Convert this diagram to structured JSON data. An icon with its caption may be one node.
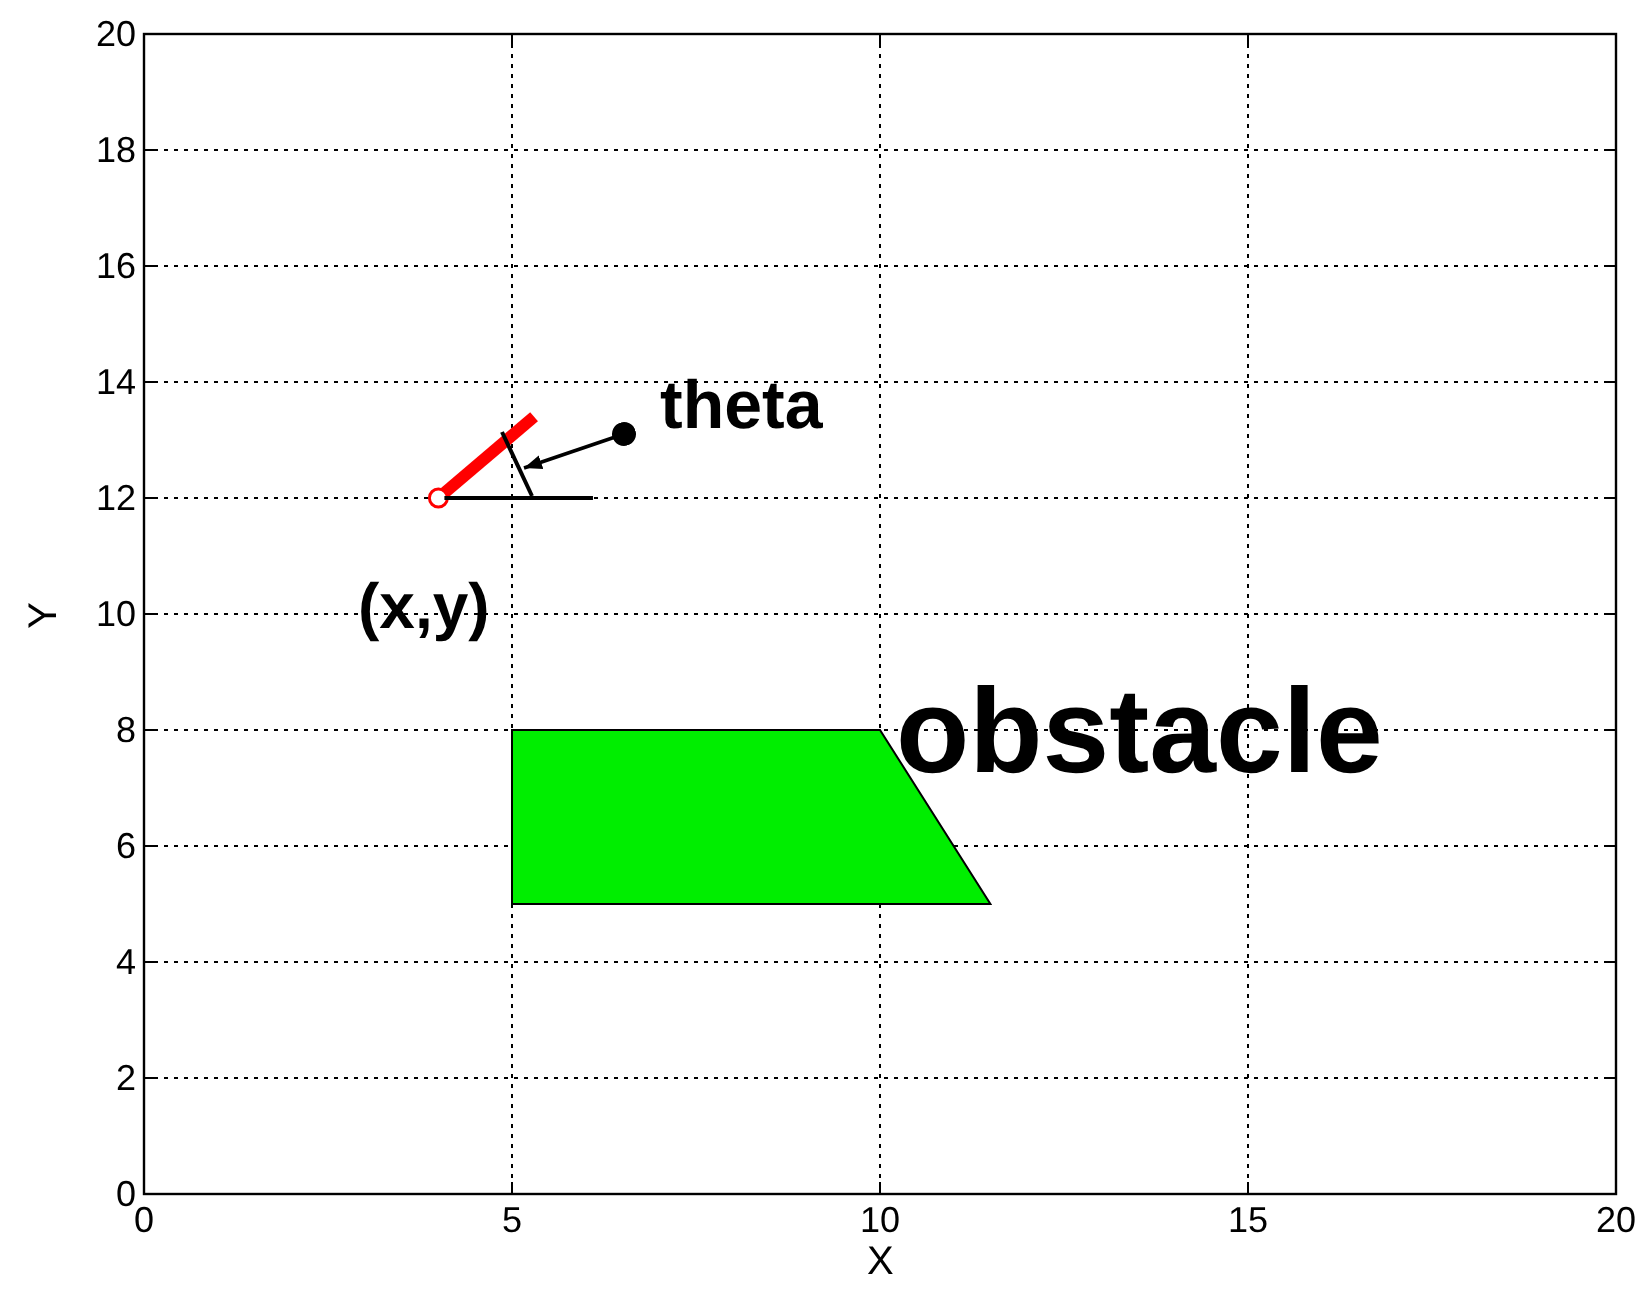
{
  "diagram": {
    "nodes": [
      {
        "text": [
          "theta"
        ]
      },
      {
        "text": [],
        "shape": "arc"
      },
      {
        "text": [],
        "shape": "trapezoid",
        "beside": [
          "obstacle"
        ]
      }
    ],
    "edges": [
      {
        "from": 0,
        "to": 1,
        "arrow": "to"
      }
    ],
    "labels": [
      "(x,y)"
    ],
    "chart_data": {
      "type": "line",
      "grid": true,
      "xlabel": "X",
      "ylabel": "Y",
      "xlim": [
        0,
        20
      ],
      "ylim": [
        0,
        20
      ],
      "xticks": [
        0,
        5,
        10,
        15,
        20
      ],
      "yticks": [
        0,
        2,
        4,
        6,
        8,
        10,
        12,
        14,
        16,
        18,
        20
      ],
      "x": [
        4,
        5.3
      ],
      "series": [
        {
          "color": "#ff0000",
          "values": [
            12,
            13.4
          ]
        }
      ]
    }
  }
}
